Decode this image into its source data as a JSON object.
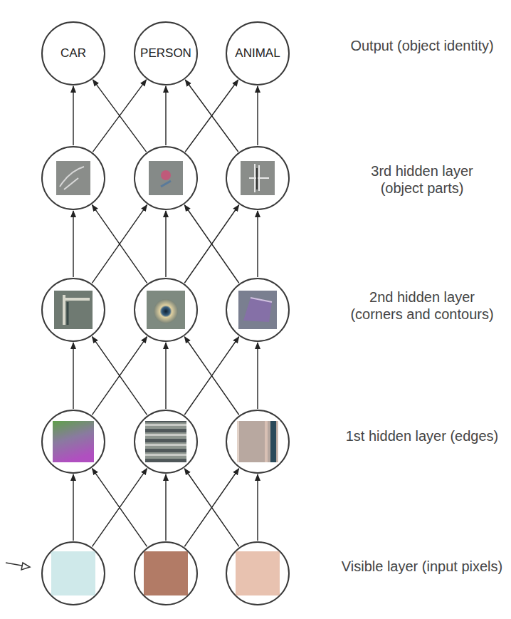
{
  "diagram": {
    "nodes": [
      {
        "text": [
          "CAR"
        ]
      },
      {
        "text": [
          "PERSON"
        ]
      },
      {
        "text": [
          "ANIMAL"
        ]
      },
      {
        "text": []
      },
      {
        "text": []
      },
      {
        "text": []
      },
      {
        "text": []
      },
      {
        "text": []
      },
      {
        "text": []
      },
      {
        "text": []
      },
      {
        "text": []
      },
      {
        "text": []
      },
      {
        "text": []
      },
      {
        "text": []
      },
      {
        "text": []
      }
    ],
    "edges": [
      {
        "from": 3,
        "to": 0,
        "arrow": "to"
      },
      {
        "from": 3,
        "to": 1,
        "arrow": "to"
      },
      {
        "from": 4,
        "to": 0,
        "arrow": "to"
      },
      {
        "from": 4,
        "to": 1,
        "arrow": "to"
      },
      {
        "from": 4,
        "to": 2,
        "arrow": "to"
      },
      {
        "from": 5,
        "to": 1,
        "arrow": "to"
      },
      {
        "from": 5,
        "to": 2,
        "arrow": "to"
      },
      {
        "from": 6,
        "to": 3,
        "arrow": "to"
      },
      {
        "from": 6,
        "to": 4,
        "arrow": "to"
      },
      {
        "from": 7,
        "to": 3,
        "arrow": "to"
      },
      {
        "from": 7,
        "to": 4,
        "arrow": "to"
      },
      {
        "from": 7,
        "to": 5,
        "arrow": "to"
      },
      {
        "from": 8,
        "to": 4,
        "arrow": "to"
      },
      {
        "from": 8,
        "to": 5,
        "arrow": "to"
      },
      {
        "from": 9,
        "to": 6,
        "arrow": "to"
      },
      {
        "from": 9,
        "to": 7,
        "arrow": "to"
      },
      {
        "from": 10,
        "to": 6,
        "arrow": "to"
      },
      {
        "from": 10,
        "to": 7,
        "arrow": "to"
      },
      {
        "from": 10,
        "to": 8,
        "arrow": "to"
      },
      {
        "from": 11,
        "to": 7,
        "arrow": "to"
      },
      {
        "from": 11,
        "to": 8,
        "arrow": "to"
      },
      {
        "from": 12,
        "to": 9,
        "arrow": "to"
      },
      {
        "from": 12,
        "to": 10,
        "arrow": "to"
      },
      {
        "from": 13,
        "to": 9,
        "arrow": "to"
      },
      {
        "from": 13,
        "to": 10,
        "arrow": "to"
      },
      {
        "from": 13,
        "to": 11,
        "arrow": "to"
      },
      {
        "from": 14,
        "to": 10,
        "arrow": "to"
      },
      {
        "from": 14,
        "to": 11,
        "arrow": "to"
      }
    ],
    "labels": [
      "Output (object identity)",
      "3rd hidden layer (object parts)",
      "2nd hidden layer (corners and contours)",
      "1st hidden layer (edges)",
      "Visible layer (input pixels)"
    ]
  }
}
